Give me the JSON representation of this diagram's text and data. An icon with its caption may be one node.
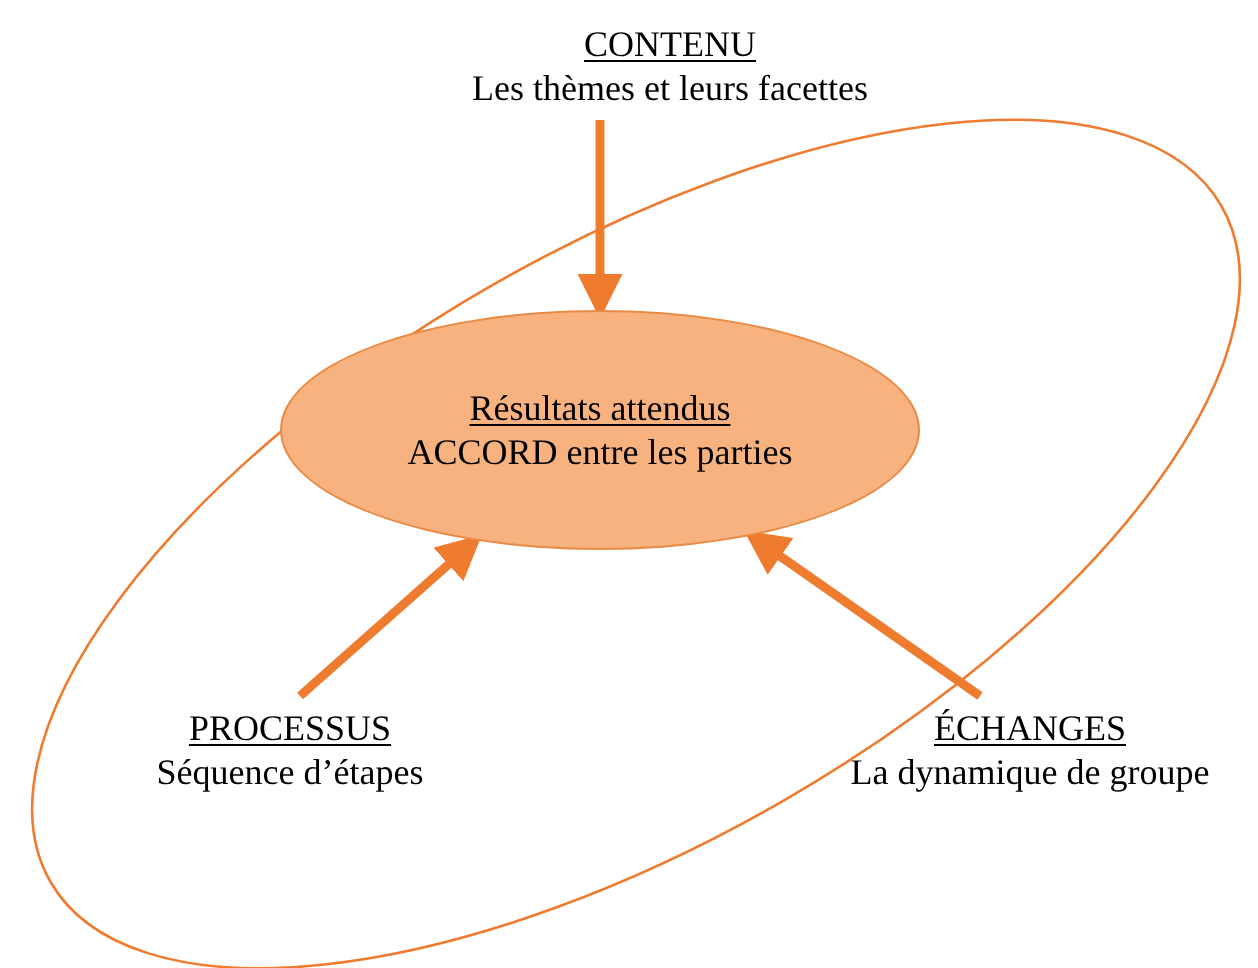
{
  "diagram": {
    "nodes": [
      {
        "text": [
          "CONTENU",
          "Les thèmes et leurs facettes"
        ]
      },
      {
        "text": [
          "Résultats attendus",
          "ACCORD entre les parties"
        ]
      },
      {
        "text": [
          "PROCESSUS",
          "Séquence d’étapes"
        ]
      },
      {
        "text": [
          "ÉCHANGES",
          "La dynamique de groupe"
        ]
      }
    ],
    "edges": [
      {
        "from": 0,
        "to": 1,
        "arrow": "to"
      },
      {
        "from": 2,
        "to": 1,
        "arrow": "to"
      },
      {
        "from": 3,
        "to": 1,
        "arrow": "to"
      }
    ]
  }
}
